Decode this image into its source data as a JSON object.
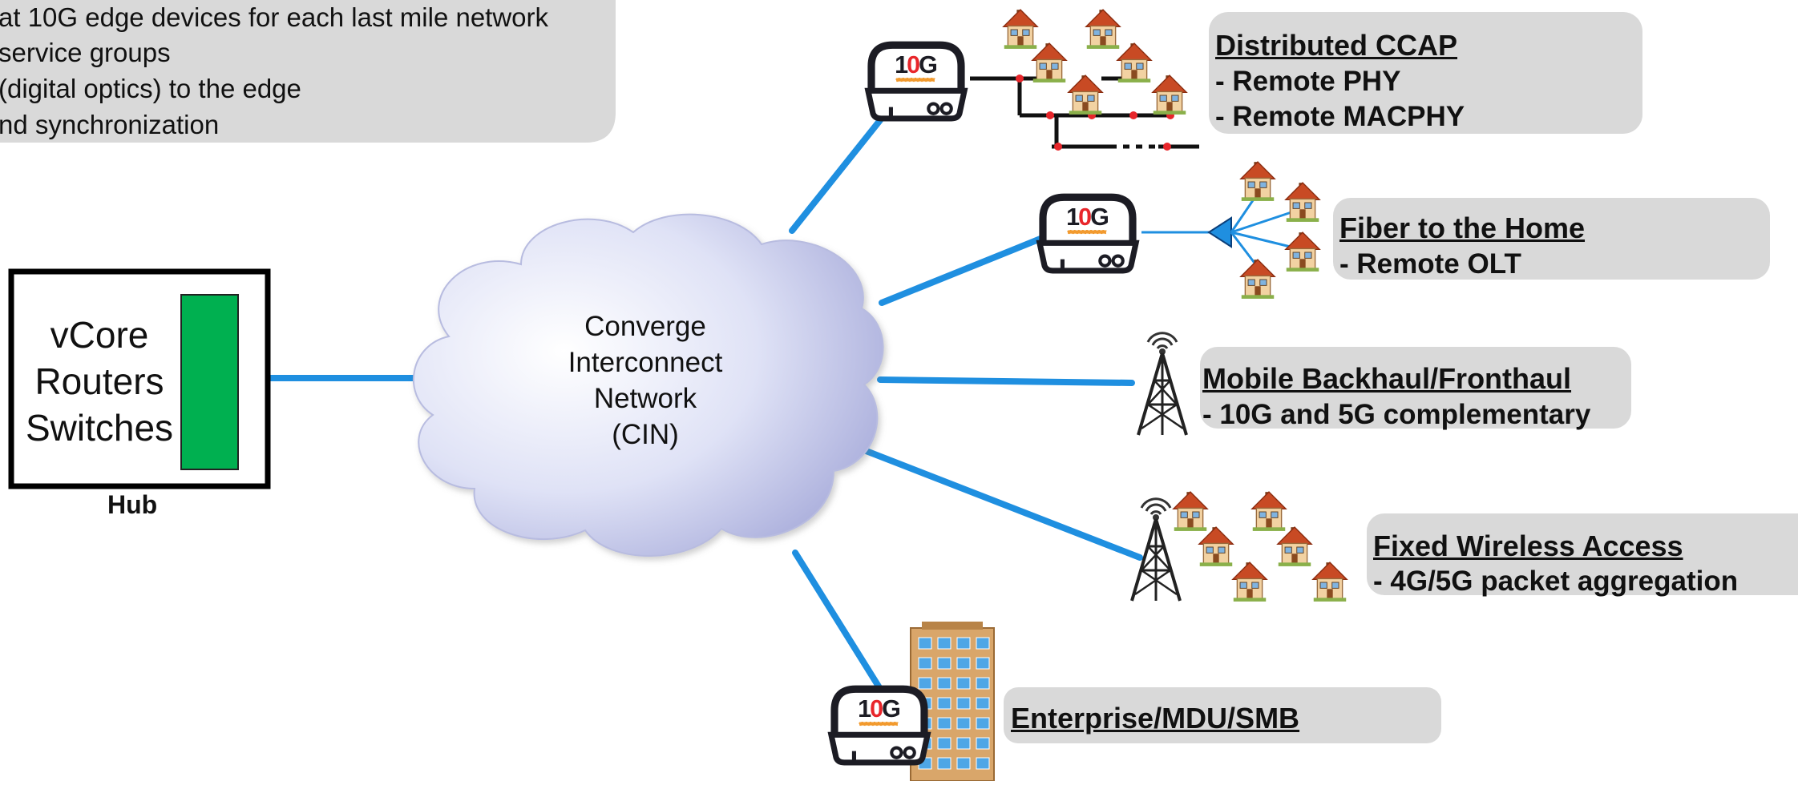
{
  "intro": {
    "lines": [
      "at 10G edge devices for each last mile network",
      "service groups",
      "(digital optics) to the edge",
      "nd synchronization"
    ]
  },
  "hub": {
    "lines": [
      "vCore",
      "Routers",
      "Switches"
    ],
    "caption": "Hub"
  },
  "cloud": {
    "lines": [
      "Converge",
      "Interconnect",
      "Network",
      "(CIN)"
    ]
  },
  "device_badge": "10G",
  "labels": {
    "dccap": {
      "title": "Distributed CCAP",
      "items": [
        "- Remote PHY",
        "- Remote MACPHY"
      ]
    },
    "ftth": {
      "title": "Fiber to the Home",
      "items": [
        "- Remote OLT"
      ]
    },
    "mobile": {
      "title": "Mobile Backhaul/Fronthaul",
      "items": [
        "- 10G and 5G complementary"
      ]
    },
    "fwa": {
      "title": "Fixed Wireless Access",
      "items": [
        "- 4G/5G packet aggregation"
      ]
    },
    "enterprise": {
      "title": "Enterprise/MDU/SMB"
    }
  },
  "colors": {
    "link": "#1f8fe0",
    "panel": "#d9d9d9",
    "hub_green": "#00b050",
    "badge_red": "#e8262b"
  },
  "icons": {
    "device": "10g-edge-device-icon",
    "house": "house-icon",
    "tower": "cell-tower-icon",
    "splitter": "optical-splitter-icon",
    "building": "office-building-icon"
  }
}
